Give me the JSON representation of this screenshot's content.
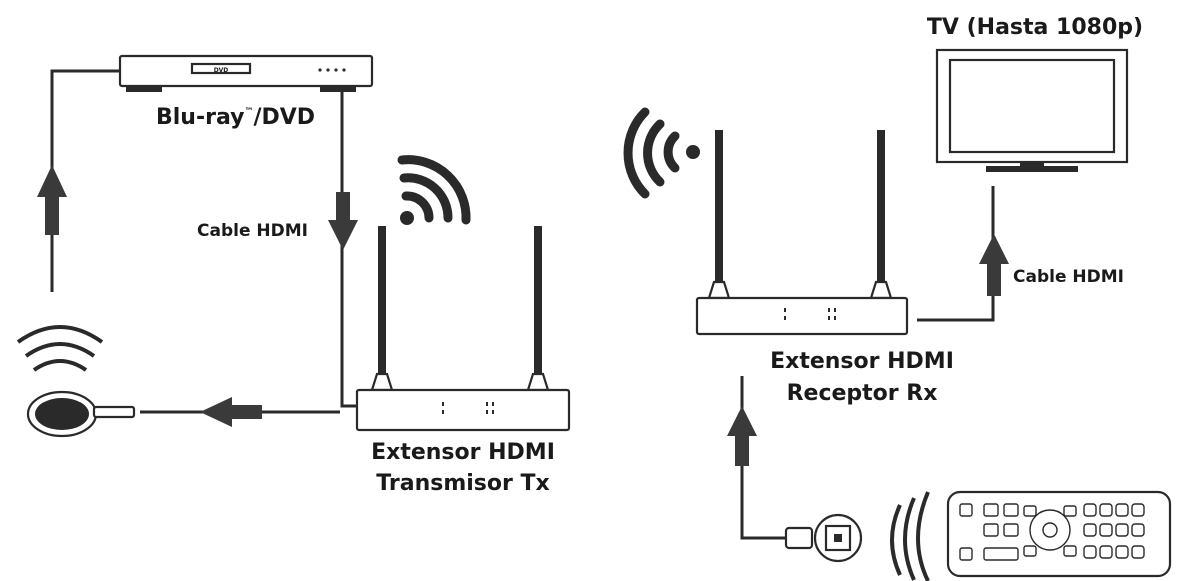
{
  "labels": {
    "bluray": "Blu-ray",
    "bluray_tm": "™",
    "bluray_suffix": "/DVD",
    "player_brand": "DVD",
    "cable_left": "Cable HDMI",
    "tx_line1": "Extensor HDMI",
    "tx_line2": "Transmisor Tx",
    "tv": "TV (Hasta 1080p)",
    "cable_right": "Cable HDMI",
    "rx_line1": "Extensor HDMI",
    "rx_line2": "Receptor Rx"
  },
  "icons": [
    "bluray-player-icon",
    "transmitter-box-icon",
    "receiver-box-icon",
    "tv-icon",
    "ir-emitter-icon",
    "ir-receiver-icon",
    "remote-control-icon",
    "wifi-signal-icon",
    "ir-signal-icon",
    "arrow-icon"
  ]
}
